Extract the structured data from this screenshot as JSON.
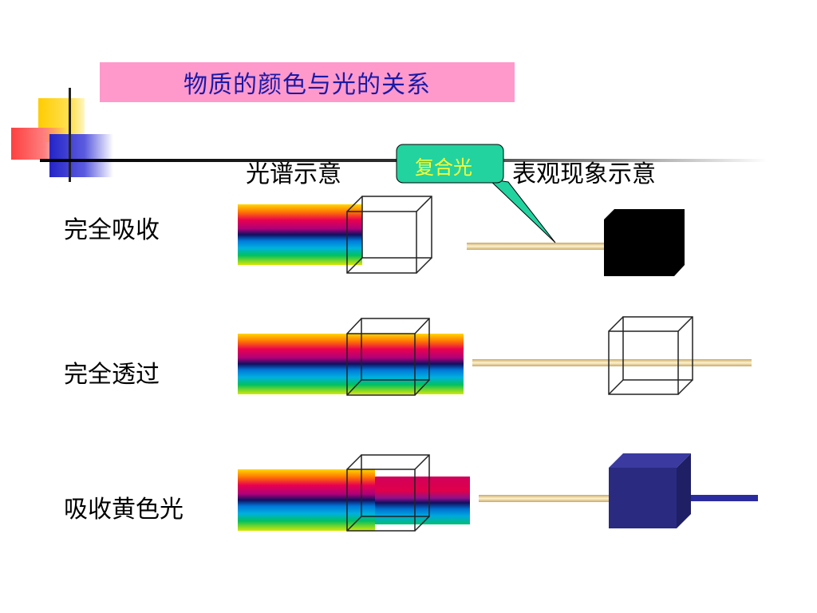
{
  "slide": {
    "title": "物质的颜色与光的关系",
    "columns": {
      "spectrum": "光谱示意",
      "appearance": "表观现象示意"
    },
    "callout": "复合光",
    "rows": [
      "完全吸收",
      "完全透过",
      "吸收黄色光"
    ]
  },
  "colors": {
    "title_bg": "#ff99cc",
    "title_text": "#1a1aa6",
    "callout_bg": "#22d3a0",
    "callout_text": "#ffff33",
    "beam": "#f1dca0",
    "black_cube": "#000000",
    "navy_cube": "#2a2a80",
    "transmitted_beam": "#2b2ba0"
  }
}
